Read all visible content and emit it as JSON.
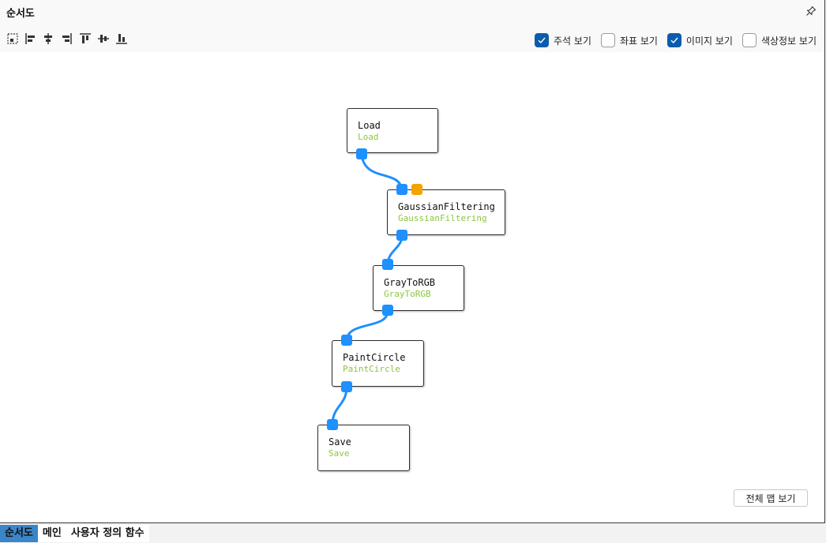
{
  "panel": {
    "title": "순서도"
  },
  "toolbar": {
    "tools": [
      "select-region-icon",
      "align-left-icon",
      "align-center-icon",
      "align-right-icon",
      "align-top-icon",
      "align-middle-icon",
      "align-bottom-icon"
    ],
    "checkboxes": [
      {
        "label": "주석 보기",
        "checked": true
      },
      {
        "label": "좌표 보기",
        "checked": false
      },
      {
        "label": "이미지 보기",
        "checked": true
      },
      {
        "label": "색상정보 보기",
        "checked": false
      }
    ]
  },
  "nodes": [
    {
      "title": "Load",
      "subtitle": "Load"
    },
    {
      "title": "GaussianFiltering",
      "subtitle": "GaussianFiltering"
    },
    {
      "title": "GrayToRGB",
      "subtitle": "GrayToRGB"
    },
    {
      "title": "PaintCircle",
      "subtitle": "PaintCircle"
    },
    {
      "title": "Save",
      "subtitle": "Save"
    }
  ],
  "fullmap_button": "전체 맵 보기",
  "tabs": [
    {
      "label": "순서도",
      "active": true
    },
    {
      "label": "메인",
      "active": false
    },
    {
      "label": "사용자 정의 함수",
      "active": false
    }
  ],
  "colors": {
    "accent": "#0b5cad",
    "port": "#1e90ff",
    "port_alt": "#f4a300",
    "annotation": "#8cc63f",
    "active_tab": "#3a86c8"
  }
}
